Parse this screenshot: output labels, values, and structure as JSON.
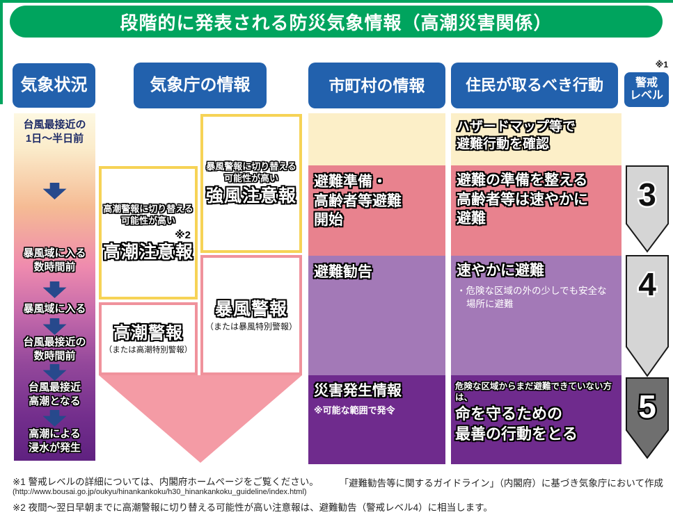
{
  "title": "段階的に発表される防災気象情報（高潮災害関係）",
  "colors": {
    "green": "#00a45e",
    "header_blue": "#2261ad",
    "arrow_navy": "#27498c",
    "cream_row": "#fcefc8",
    "pink_row": "#e8828e",
    "purple_row": "#a379b7",
    "dark_purple_row": "#6f2b8d",
    "yellow_box_border": "#f6d356",
    "pink_box_border": "#f0929c",
    "triangle_pink": "#f49ba5",
    "level_gray": "#d5d5d5",
    "level_dark_gray": "#6f6f6f"
  },
  "columns": {
    "weather": {
      "header": "気象状況",
      "steps": [
        "台風最接近の\n1日～半日前",
        "暴風域に入る\n数時間前",
        "暴風域に入る",
        "台風最接近の\n数時間前",
        "台風最接近\n高潮となる",
        "高潮による\n浸水が発生"
      ]
    },
    "jma": {
      "header": "気象庁の情報",
      "boxes": {
        "kyofu": {
          "note": "暴風警報に切り替える\n可能性が高い",
          "title": "強風注意報"
        },
        "takashio_chui": {
          "note": "高潮警報に切り替える\n可能性が高い",
          "ref": "※2",
          "title": "高潮注意報"
        },
        "bofu": {
          "title": "暴風警報",
          "sub": "（または暴風特別警報）"
        },
        "takashio_keiho": {
          "title": "高潮警報",
          "sub": "（または高潮特別警報）"
        }
      }
    },
    "municipality": {
      "header": "市町村の情報",
      "rows": {
        "pink": "避難準備・\n高齢者等避難\n開始",
        "purple": "避難勧告",
        "dark": {
          "title": "災害発生情報",
          "sub": "※可能な範囲で発令"
        }
      }
    },
    "residents": {
      "header": "住民が取るべき行動",
      "rows": {
        "cream": "ハザードマップ等で\n避難行動を確認",
        "pink": "避難の準備を整える\n高齢者等は速やかに\n避難",
        "purple": {
          "title": "速やかに避難",
          "detail": "・危険な区域の外の少しでも安全な場所に避難"
        },
        "dark": {
          "lead": "危険な区域からまだ避難できていない方は、",
          "title": "命を守るための\n最善の行動をとる"
        }
      }
    },
    "alert_level": {
      "header": "警戒\nレベル",
      "ref": "※1",
      "levels": [
        "3",
        "4",
        "5"
      ]
    }
  },
  "footer": {
    "note1": "※1 警戒レベルの詳細については、内閣府ホームページをご覧ください。",
    "url": "(http://www.bousai.go.jp/oukyu/hinankankoku/h30_hinankankoku_guideline/index.html)",
    "note2": "※2 夜間～翌日早朝までに高潮警報に切り替える可能性が高い注意報は、避難勧告（警戒レベル4）に相当します。",
    "credit": "「避難勧告等に関するガイドライン」（内閣府）に基づき気象庁において作成"
  }
}
